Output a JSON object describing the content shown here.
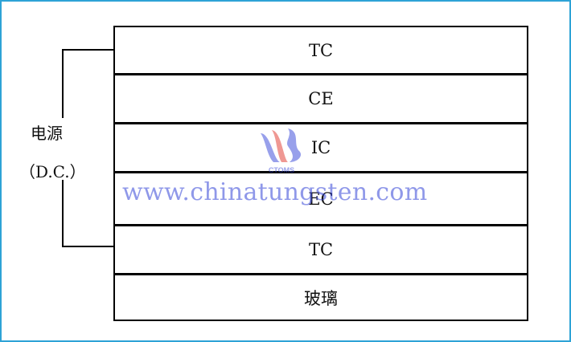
{
  "diagram": {
    "layers": [
      {
        "label": "TC"
      },
      {
        "label": "CE"
      },
      {
        "label": "IC"
      },
      {
        "label": "EC"
      },
      {
        "label": "TC"
      },
      {
        "label": "玻璃"
      }
    ],
    "power_source": {
      "label": "电源",
      "sublabel": "（D.C.）"
    },
    "watermark": {
      "url": "www.chinatungsten.com",
      "logo_text": "CTOMS"
    },
    "colors": {
      "frame_border": "#2ea3d6",
      "watermark": "#3444d8",
      "line": "#000000"
    }
  }
}
